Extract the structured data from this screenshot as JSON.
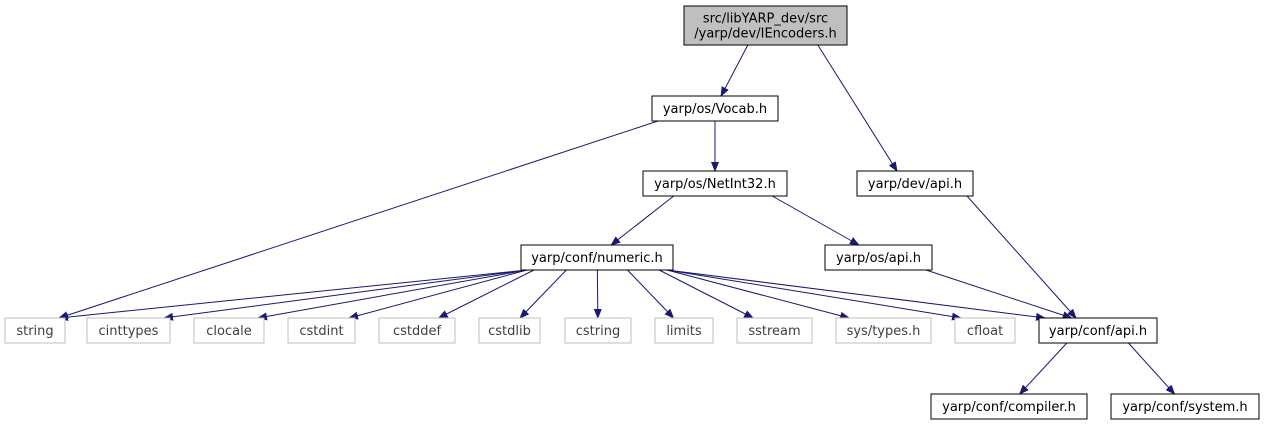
{
  "colors": {
    "edge": "#191970",
    "box_border": "#000000",
    "box_fill": "#ffffff",
    "root_fill": "#bfbfbf",
    "system_border": "#bfbfbf",
    "text": "#000000",
    "system_text": "#3f3f3f"
  },
  "nodes": [
    {
      "id": "iencoders",
      "lines": [
        "src/libYARP_dev/src",
        "/yarp/dev/IEncoders.h"
      ],
      "kind": "root"
    },
    {
      "id": "vocab",
      "lines": [
        "yarp/os/Vocab.h"
      ],
      "kind": "header"
    },
    {
      "id": "dev_api",
      "lines": [
        "yarp/dev/api.h"
      ],
      "kind": "header"
    },
    {
      "id": "netint32",
      "lines": [
        "yarp/os/NetInt32.h"
      ],
      "kind": "header"
    },
    {
      "id": "numeric",
      "lines": [
        "yarp/conf/numeric.h"
      ],
      "kind": "header"
    },
    {
      "id": "os_api",
      "lines": [
        "yarp/os/api.h"
      ],
      "kind": "header"
    },
    {
      "id": "string",
      "lines": [
        "string"
      ],
      "kind": "system"
    },
    {
      "id": "cinttypes",
      "lines": [
        "cinttypes"
      ],
      "kind": "system"
    },
    {
      "id": "clocale",
      "lines": [
        "clocale"
      ],
      "kind": "system"
    },
    {
      "id": "cstdint",
      "lines": [
        "cstdint"
      ],
      "kind": "system"
    },
    {
      "id": "cstddef",
      "lines": [
        "cstddef"
      ],
      "kind": "system"
    },
    {
      "id": "cstdlib",
      "lines": [
        "cstdlib"
      ],
      "kind": "system"
    },
    {
      "id": "cstring",
      "lines": [
        "cstring"
      ],
      "kind": "system"
    },
    {
      "id": "limits",
      "lines": [
        "limits"
      ],
      "kind": "system"
    },
    {
      "id": "sstream",
      "lines": [
        "sstream"
      ],
      "kind": "system"
    },
    {
      "id": "systypes",
      "lines": [
        "sys/types.h"
      ],
      "kind": "system"
    },
    {
      "id": "cfloat",
      "lines": [
        "cfloat"
      ],
      "kind": "system"
    },
    {
      "id": "conf_api",
      "lines": [
        "yarp/conf/api.h"
      ],
      "kind": "header"
    },
    {
      "id": "compiler",
      "lines": [
        "yarp/conf/compiler.h"
      ],
      "kind": "header"
    },
    {
      "id": "system",
      "lines": [
        "yarp/conf/system.h"
      ],
      "kind": "header"
    }
  ],
  "edges": [
    {
      "from": "iencoders",
      "to": "vocab"
    },
    {
      "from": "iencoders",
      "to": "dev_api"
    },
    {
      "from": "vocab",
      "to": "string"
    },
    {
      "from": "vocab",
      "to": "netint32"
    },
    {
      "from": "netint32",
      "to": "numeric"
    },
    {
      "from": "netint32",
      "to": "os_api"
    },
    {
      "from": "numeric",
      "to": "string"
    },
    {
      "from": "numeric",
      "to": "cinttypes"
    },
    {
      "from": "numeric",
      "to": "clocale"
    },
    {
      "from": "numeric",
      "to": "cstdint"
    },
    {
      "from": "numeric",
      "to": "cstddef"
    },
    {
      "from": "numeric",
      "to": "cstdlib"
    },
    {
      "from": "numeric",
      "to": "cstring"
    },
    {
      "from": "numeric",
      "to": "limits"
    },
    {
      "from": "numeric",
      "to": "sstream"
    },
    {
      "from": "numeric",
      "to": "systypes"
    },
    {
      "from": "numeric",
      "to": "cfloat"
    },
    {
      "from": "numeric",
      "to": "conf_api"
    },
    {
      "from": "os_api",
      "to": "conf_api"
    },
    {
      "from": "dev_api",
      "to": "conf_api"
    },
    {
      "from": "conf_api",
      "to": "compiler"
    },
    {
      "from": "conf_api",
      "to": "system"
    }
  ]
}
